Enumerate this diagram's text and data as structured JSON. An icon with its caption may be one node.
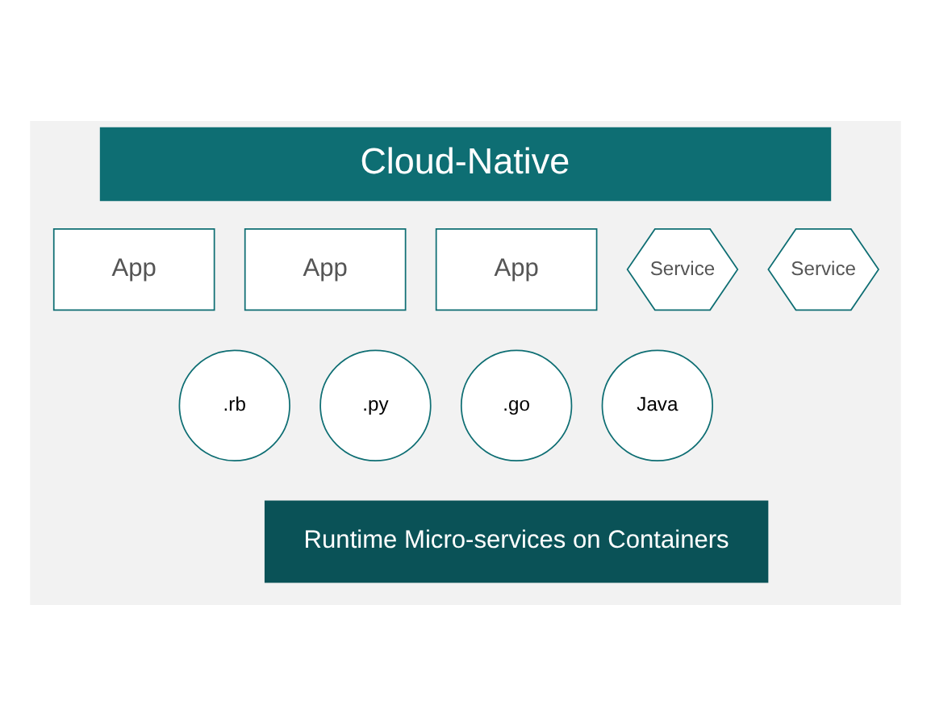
{
  "diagram": {
    "nodes": [
      {
        "text": [
          "Cloud-Native"
        ]
      },
      {
        "text": [
          "App"
        ],
        "in": 0
      },
      {
        "text": [
          "App"
        ],
        "in": 0
      },
      {
        "text": [
          "App"
        ],
        "in": 0
      },
      {
        "text": [
          "Service"
        ],
        "in": 0
      },
      {
        "text": [
          "Service"
        ],
        "in": 0
      },
      {
        "text": [
          ".rb"
        ],
        "in": 0
      },
      {
        "text": [
          ".py"
        ],
        "in": 0
      },
      {
        "text": [
          ".go"
        ],
        "in": 0
      },
      {
        "text": [
          "Java"
        ],
        "in": 0
      },
      {
        "text": [
          "Runtime Micro-services on Containers"
        ],
        "in": 0
      }
    ],
    "edges": []
  }
}
